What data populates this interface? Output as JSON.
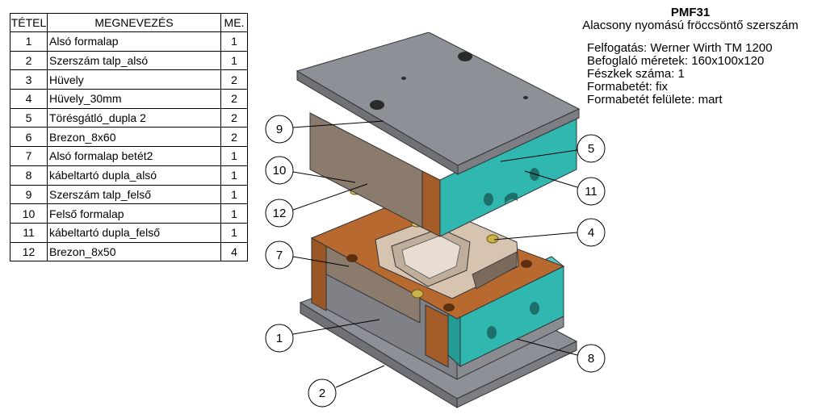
{
  "bom": {
    "headers": [
      "TÉTEL",
      "MEGNEVEZÉS",
      "ME."
    ],
    "rows": [
      {
        "no": "1",
        "name": "Alsó formalap",
        "qty": "1"
      },
      {
        "no": "2",
        "name": "Szerszám talp_alsó",
        "qty": "1"
      },
      {
        "no": "3",
        "name": "Hüvely",
        "qty": "2"
      },
      {
        "no": "4",
        "name": "Hüvely_30mm",
        "qty": "2"
      },
      {
        "no": "5",
        "name": "Törésgátló_dupla 2",
        "qty": "2"
      },
      {
        "no": "6",
        "name": "Brezon_8x60",
        "qty": "2"
      },
      {
        "no": "7",
        "name": "Alsó formalap betét2",
        "qty": "1"
      },
      {
        "no": "8",
        "name": "kábeltartó dupla_alsó",
        "qty": "1"
      },
      {
        "no": "9",
        "name": "Szerszám talp_felső",
        "qty": "1"
      },
      {
        "no": "10",
        "name": "Felső formalap",
        "qty": "1"
      },
      {
        "no": "11",
        "name": "kábeltartó dupla_felső",
        "qty": "1"
      },
      {
        "no": "12",
        "name": "Brezon_8x50",
        "qty": "4"
      }
    ]
  },
  "title": {
    "code": "PMF31",
    "subtitle": "Alacsony nyomású fröccsöntő szerszám"
  },
  "specs": {
    "line1": "Felfogatás: Werner Wirth TM 1200",
    "line2": "Befoglaló méretek: 160x100x120",
    "line3": "Fészkek száma: 1",
    "line4": "Formabetét: fix",
    "line5": "Formabetét felülete: mart"
  },
  "callouts": {
    "c9": "9",
    "c10": "10",
    "c12": "12",
    "c7": "7",
    "c1": "1",
    "c2": "2",
    "c5": "5",
    "c11": "11",
    "c4": "4",
    "c8": "8"
  },
  "colors": {
    "gray_plate": "#7f8187",
    "gray_top": "#8e9098",
    "teal": "#2fb7b0",
    "copper": "#b8692f",
    "taupe": "#8a7b6c",
    "beige": "#d6c3b0",
    "brass": "#c9b24a"
  }
}
